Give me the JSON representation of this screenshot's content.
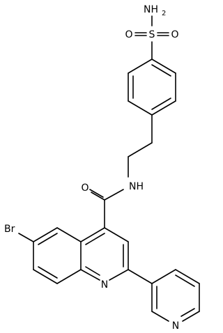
{
  "colors": {
    "background": "#ffffff",
    "ink": "#000000"
  },
  "atoms": {
    "nh2_main": "NH",
    "nh2_sub": "2",
    "s": "S",
    "o_left": "O",
    "o_right": "O",
    "nh": "NH",
    "o_amide": "O",
    "br": "Br",
    "n_quinoline": "N",
    "n_pyridine": "N"
  }
}
